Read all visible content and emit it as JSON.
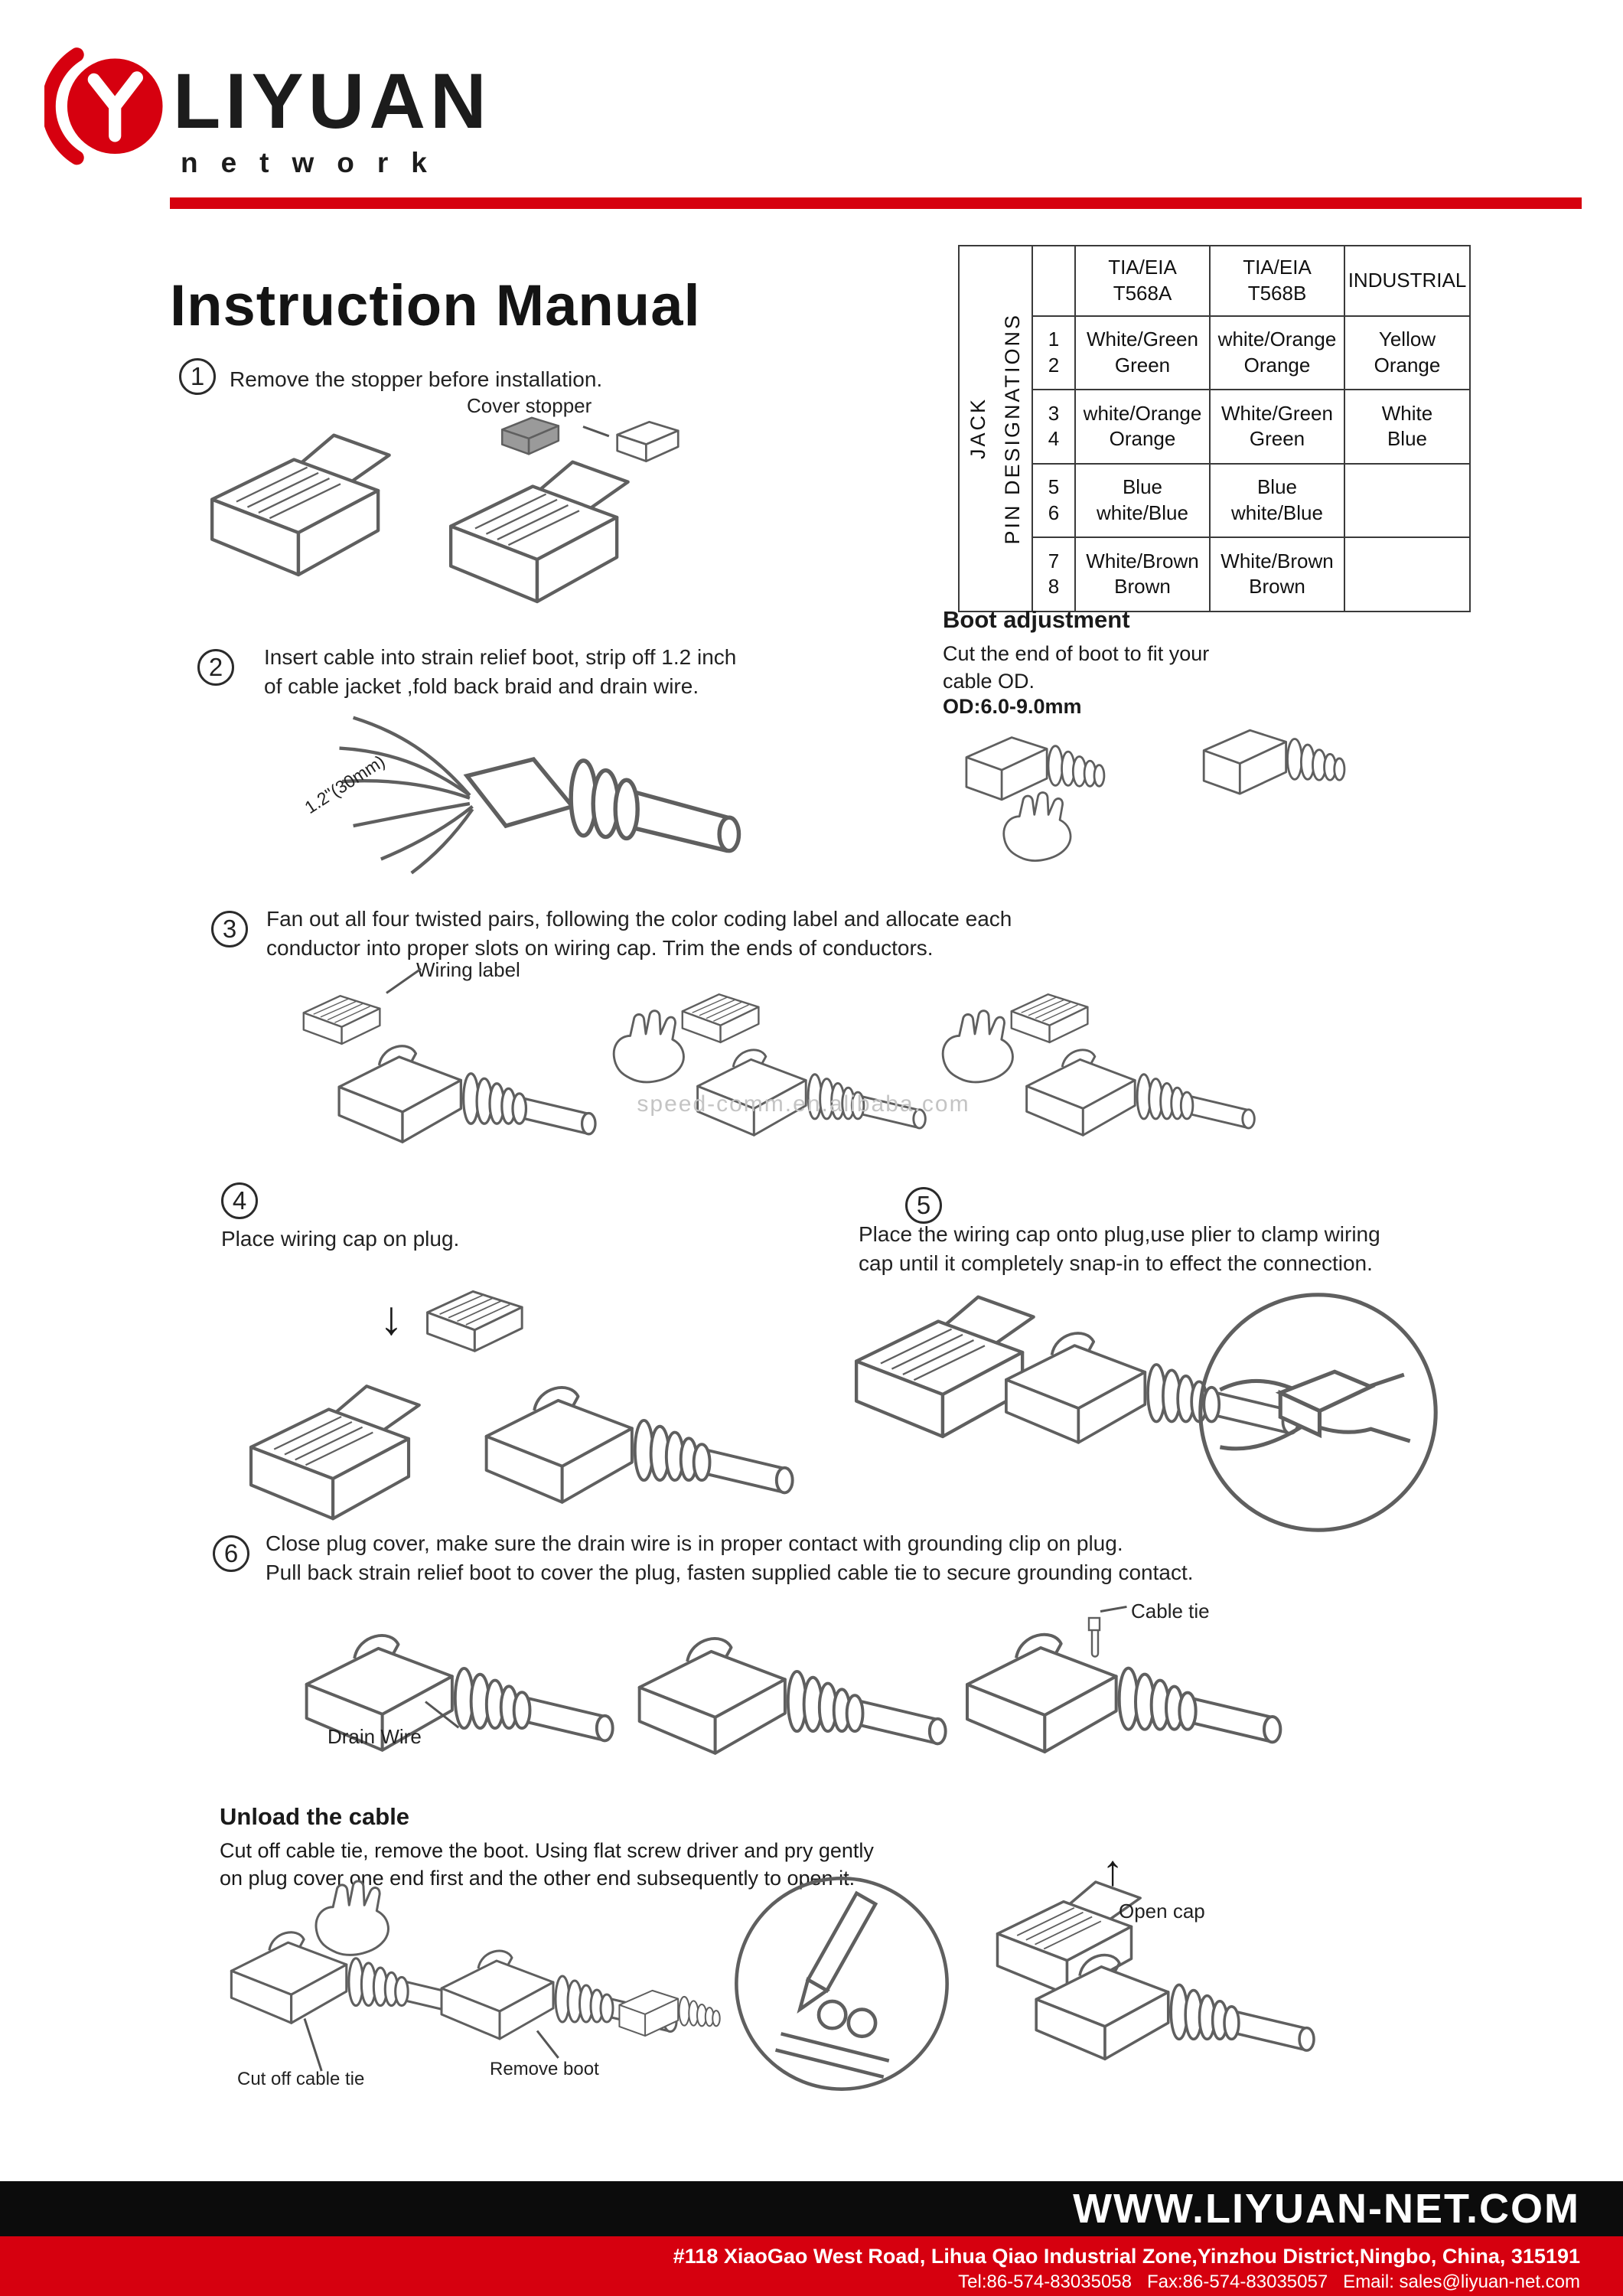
{
  "header": {
    "brand": "LIYUAN",
    "brand_sub": "network"
  },
  "page": {
    "title": "Instruction Manual",
    "watermark": "speed-comm.en.alibaba.com"
  },
  "steps": [
    {
      "num": "1",
      "text": "Remove the stopper before installation.",
      "label": "Cover stopper"
    },
    {
      "num": "2",
      "text": "Insert cable into strain relief boot, strip off 1.2 inch\nof cable jacket ,fold back braid and drain wire.",
      "dim": "1.2\"(30mm)"
    },
    {
      "num": "3",
      "text": "Fan out all four twisted pairs, following the color coding label and allocate each\nconductor into proper slots on wiring cap. Trim the ends of conductors.",
      "label": "Wiring label"
    },
    {
      "num": "4",
      "text": "Place wiring cap on plug."
    },
    {
      "num": "5",
      "text": "Place the wiring cap onto plug,use plier to clamp wiring\ncap until it completely snap-in to effect the connection."
    },
    {
      "num": "6",
      "text": "Close plug cover, make sure the drain wire is in proper contact with grounding clip on plug.\nPull back strain relief boot to cover the plug, fasten supplied cable tie to secure grounding contact.",
      "label_cable_tie": "Cable tie",
      "label_drain_wire": "Drain Wire"
    }
  ],
  "pin_table": {
    "side_label": "JACK",
    "side_label2": "PIN DESIGNATIONS",
    "col_t568a": "TIA/EIA\nT568A",
    "col_t568b": "TIA/EIA\nT568B",
    "col_industrial": "INDUSTRIAL",
    "groups": [
      {
        "pins": "1\n2",
        "t568a": "White/Green\nGreen",
        "t568b": "white/Orange\nOrange",
        "industrial": "Yellow\nOrange"
      },
      {
        "pins": "3\n4",
        "t568a": "white/Orange\nOrange",
        "t568b": "White/Green\nGreen",
        "industrial": "White\nBlue"
      },
      {
        "pins": "5\n6",
        "t568a": "Blue\nwhite/Blue",
        "t568b": "Blue\nwhite/Blue",
        "industrial": ""
      },
      {
        "pins": "7\n8",
        "t568a": "White/Brown\nBrown",
        "t568b": "White/Brown\nBrown",
        "industrial": ""
      }
    ]
  },
  "boot_adjustment": {
    "title": "Boot adjustment",
    "text": "Cut the end of boot to fit your\ncable OD.",
    "od": "OD:6.0-9.0mm"
  },
  "unload": {
    "title": "Unload the cable",
    "text": "Cut off cable tie, remove the boot. Using flat screw driver and pry gently\non plug cover one end first and the other end subsequently to open it.",
    "label_cut": "Cut off cable tie",
    "label_remove": "Remove boot",
    "label_open": "Open cap"
  },
  "icons": {
    "down_arrow": "↓",
    "up_arrow": "↑"
  },
  "footer": {
    "website": "WWW.LIYUAN-NET.COM",
    "address": "#118 XiaoGao West Road, Lihua Qiao Industrial Zone,Yinzhou District,Ningbo, China, 315191",
    "contact": "Tel:86-574-83035058   Fax:86-574-83035057   Email: sales@liyuan-net.com"
  },
  "colors": {
    "brand_red": "#d6000f",
    "footer_black": "#0c0c0c"
  }
}
